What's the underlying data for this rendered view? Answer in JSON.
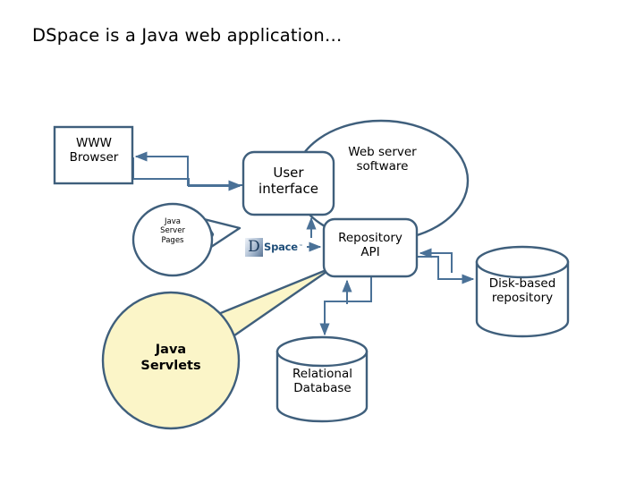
{
  "slide": {
    "title": "DSpace is a Java web application…",
    "background": "#ffffff"
  },
  "palette": {
    "stroke": "#3f5f7c",
    "arrow": "#4a7197",
    "node_fill": "#ffffff",
    "servlet_fill": "#fbf5c8",
    "text": "#000000",
    "logo_blue": "#1f4e79"
  },
  "diagram": {
    "type": "architecture-block-diagram",
    "nodes": [
      {
        "id": "www-browser",
        "shape": "rectangle",
        "label": "WWW\nBrowser",
        "fill": "#ffffff"
      },
      {
        "id": "user-interface",
        "shape": "rounded-rectangle",
        "label": "User\ninterface",
        "fill": "#ffffff"
      },
      {
        "id": "java-server-pages",
        "shape": "callout-ellipse",
        "label": "Java\nServer\nPages",
        "fill": "#ffffff"
      },
      {
        "id": "web-server-software",
        "shape": "ellipse",
        "label": "Web server\nsoftware",
        "fill": "#ffffff"
      },
      {
        "id": "repository-api",
        "shape": "rounded-rectangle",
        "label": "Repository\nAPI",
        "fill": "#ffffff"
      },
      {
        "id": "disk-based-repository",
        "shape": "cylinder",
        "label": "Disk-based\nrepository",
        "fill": "#ffffff"
      },
      {
        "id": "relational-database",
        "shape": "cylinder",
        "label": "Relational\nDatabase",
        "fill": "#ffffff"
      },
      {
        "id": "java-servlets",
        "shape": "callout-circle",
        "label": "Java\nServlets",
        "fill": "#fbf5c8"
      }
    ],
    "logo": {
      "id": "dspace-logo",
      "letter": "D",
      "word": "Space",
      "trademark": "™"
    },
    "connectors": [
      {
        "from": "user-interface",
        "to": "www-browser",
        "style": "elbow-arrow"
      },
      {
        "from": "www-browser",
        "to": "user-interface",
        "style": "elbow-arrow"
      },
      {
        "from": "dspace-logo",
        "to": "repository-api",
        "style": "straight-arrow"
      },
      {
        "from": "dspace-logo",
        "to": "user-interface",
        "style": "straight-arrow"
      },
      {
        "from": "disk-based-repository",
        "to": "repository-api",
        "style": "elbow-arrow"
      },
      {
        "from": "repository-api",
        "to": "disk-based-repository",
        "style": "elbow-arrow"
      },
      {
        "from": "relational-database",
        "to": "repository-api",
        "style": "elbow-arrow"
      },
      {
        "from": "repository-api",
        "to": "relational-database",
        "style": "elbow-arrow"
      }
    ]
  }
}
